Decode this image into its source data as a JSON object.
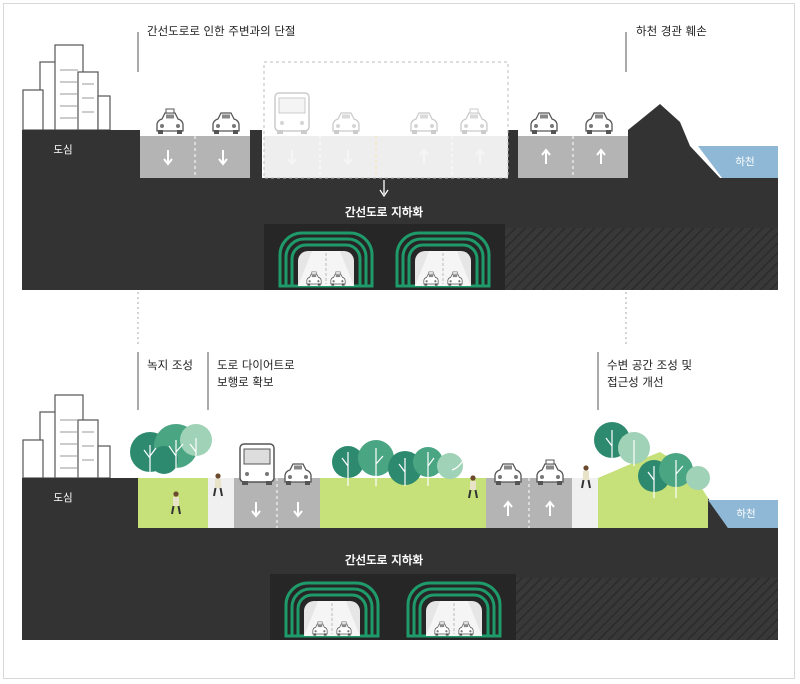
{
  "top_section": {
    "annotation_left": "간선도로로 인한 주변과의 단절",
    "annotation_right": "하천 경관 훼손",
    "city_label": "도심",
    "river_label": "하천",
    "tunnel_label": "간선도로 지하화"
  },
  "bottom_section": {
    "annotation_green": "녹지 조성",
    "annotation_road_diet": "도로 다이어트로\n보행로 확보",
    "annotation_waterfront": "수변 공간 조성 및\n접근성 개선",
    "city_label": "도심",
    "river_label": "하천",
    "tunnel_label": "간선도로 지하화"
  },
  "colors": {
    "ground": "#333333",
    "lane": "#b4b4b4",
    "river": "#8fb8d6",
    "grass": "#c6e07a",
    "tree_dark": "#2e8a6e",
    "tree_mid": "#4aa583",
    "tree_light": "#9fd2b6",
    "tunnel_green": "#1f9a6a"
  }
}
